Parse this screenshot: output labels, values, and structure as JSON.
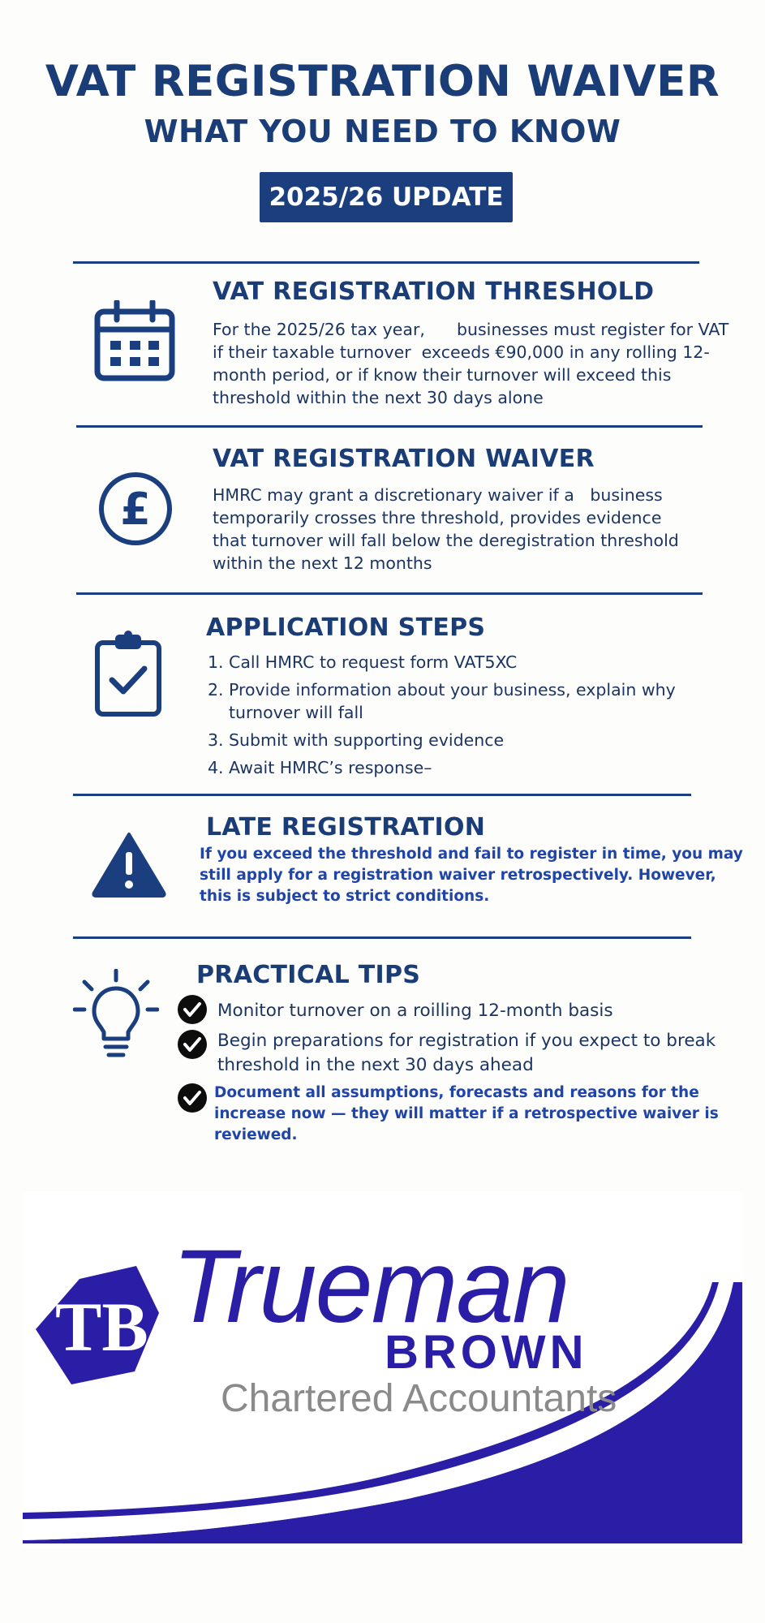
{
  "header": {
    "title": "VAT REGISTRATION WAIVER",
    "subtitle": "WHAT YOU NEED TO KNOW",
    "badge": "2025/26 UPDATE"
  },
  "sections": {
    "threshold": {
      "icon": "calendar-icon",
      "title": "VAT REGISTRATION THRESHOLD",
      "lines": [
        "For the 2025/26 tax year,      businesses must register for VAT",
        "if their taxable turnover  exceeds €90,000 in any rolling 12-",
        "month period, or if know their turnover will exceed this",
        "threshold within the next 30 days alone"
      ]
    },
    "waiver": {
      "icon": "pound-icon",
      "title": "VAT REGISTRATION WAIVER",
      "lines": [
        "HMRC may grant a discretionary waiver if a   business",
        "temporarily crosses thre threshold, provides evidence",
        "that turnover will fall below the deregistration threshold",
        "within the next 12 months"
      ]
    },
    "steps": {
      "icon": "clipboard-check-icon",
      "title": "APPLICATION STEPS",
      "items": [
        {
          "num": "1.",
          "lines": [
            "Call HMRC to request form VAT5XC"
          ]
        },
        {
          "num": "2.",
          "lines": [
            "Provide information about your business, explain why",
            "turnover will fall"
          ]
        },
        {
          "num": "3.",
          "lines": [
            "Submit with supporting evidence"
          ]
        },
        {
          "num": "4.",
          "lines": [
            "Await HMRC’s response–"
          ]
        }
      ]
    },
    "late": {
      "icon": "warning-icon",
      "title": "LATE REGISTRATION",
      "lines": [
        "If you exceed the threshold and fail to register in time, you may",
        "still apply for a registration waiver retrospectively. However,",
        "this is subject to strict conditions."
      ]
    },
    "tips": {
      "icon": "lightbulb-icon",
      "title": "PRACTICAL TIPS",
      "items": [
        {
          "lines": [
            "Monitor turnover on a roilling 12-month basis"
          ]
        },
        {
          "lines": [
            "Begin preparations for registration if you expect to break",
            "threshold in the next 30 days ahead"
          ]
        },
        {
          "lines": [
            "Document all assumptions, forecasts and reasons for the",
            "increase now — they will matter if a retrospective waiver is",
            "reviewed."
          ]
        }
      ]
    }
  },
  "logo": {
    "monogram": "TB",
    "name": "Trueman",
    "surname": "BROWN",
    "tagline": "Chartered Accountants"
  },
  "colors": {
    "navy": "#1b3f7e",
    "text": "#1c3560",
    "bold_blue": "#1f45a8",
    "logo_purple": "#2b1ea6",
    "tagline_gray": "#8a8a8a"
  }
}
